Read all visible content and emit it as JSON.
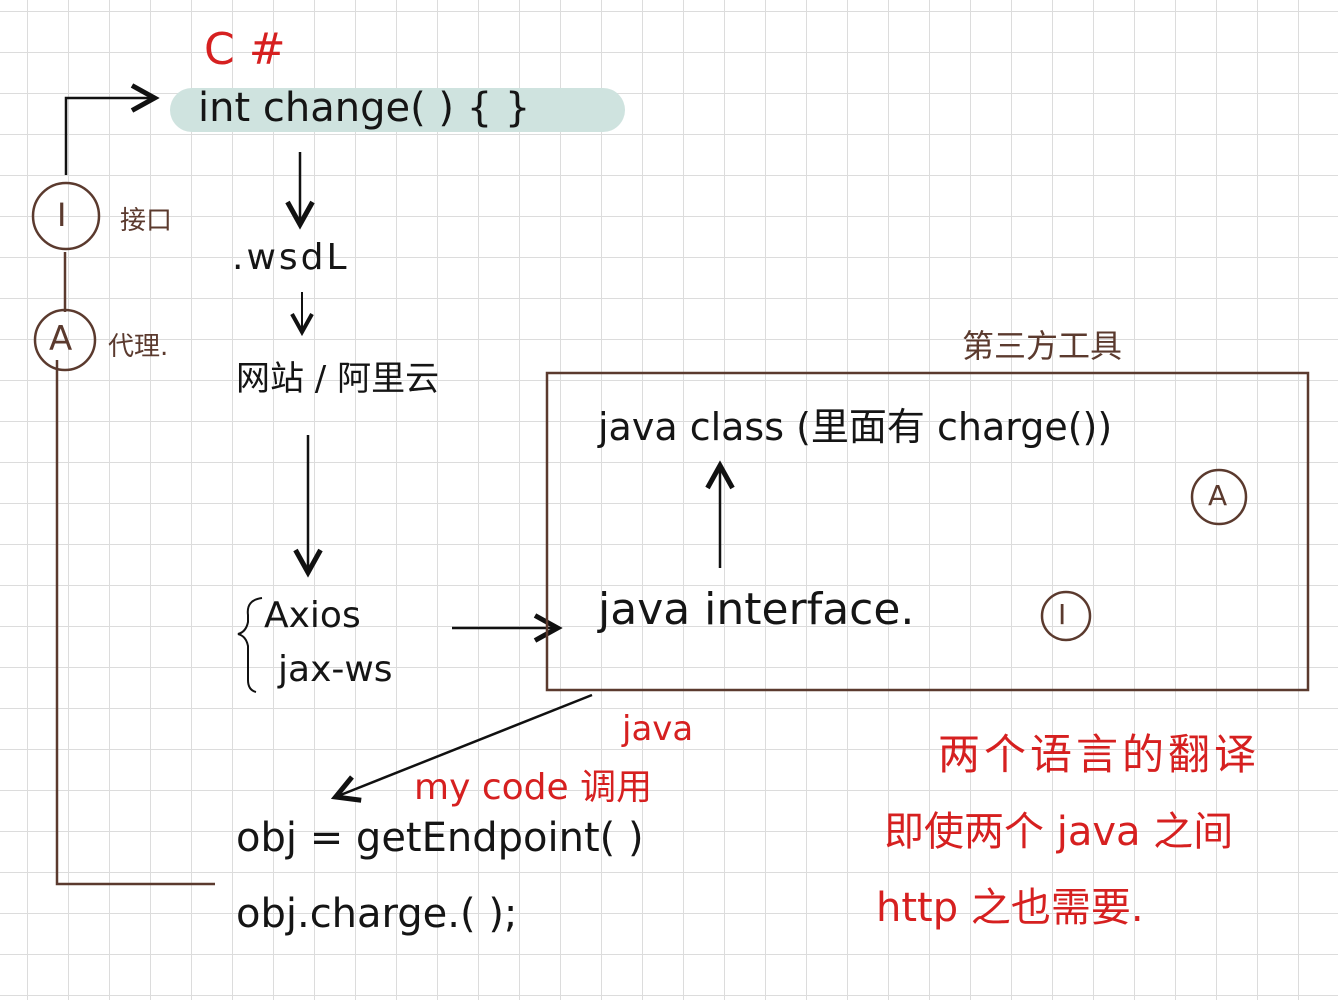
{
  "colors": {
    "ink": "#151515",
    "accent": "#d62020",
    "brown": "#5b3a2e",
    "highlight": "#cfe3df"
  },
  "labels": {
    "lang": "C #",
    "method_sig": "int change( ) { }",
    "wsdl": ".wsdL",
    "site": "网站 / 阿里云",
    "tool_axios": "Axios",
    "tool_jaxws": "jax-ws",
    "third_party": "第三方工具",
    "java_class": "java class (里面有 charge())",
    "java_interface": "java interface.",
    "interface_marker": "I",
    "proxy_marker": "A",
    "interface_note": "接口",
    "proxy_note": "代理.",
    "java_label": "java",
    "my_code": "my code 调用",
    "code_line1": "obj = getEndpoint( )",
    "code_line2": "obj.charge.( );",
    "note_line1": "两个语言的翻译",
    "note_line2": "即使两个 java 之间",
    "note_line3": "http 之也需要."
  }
}
